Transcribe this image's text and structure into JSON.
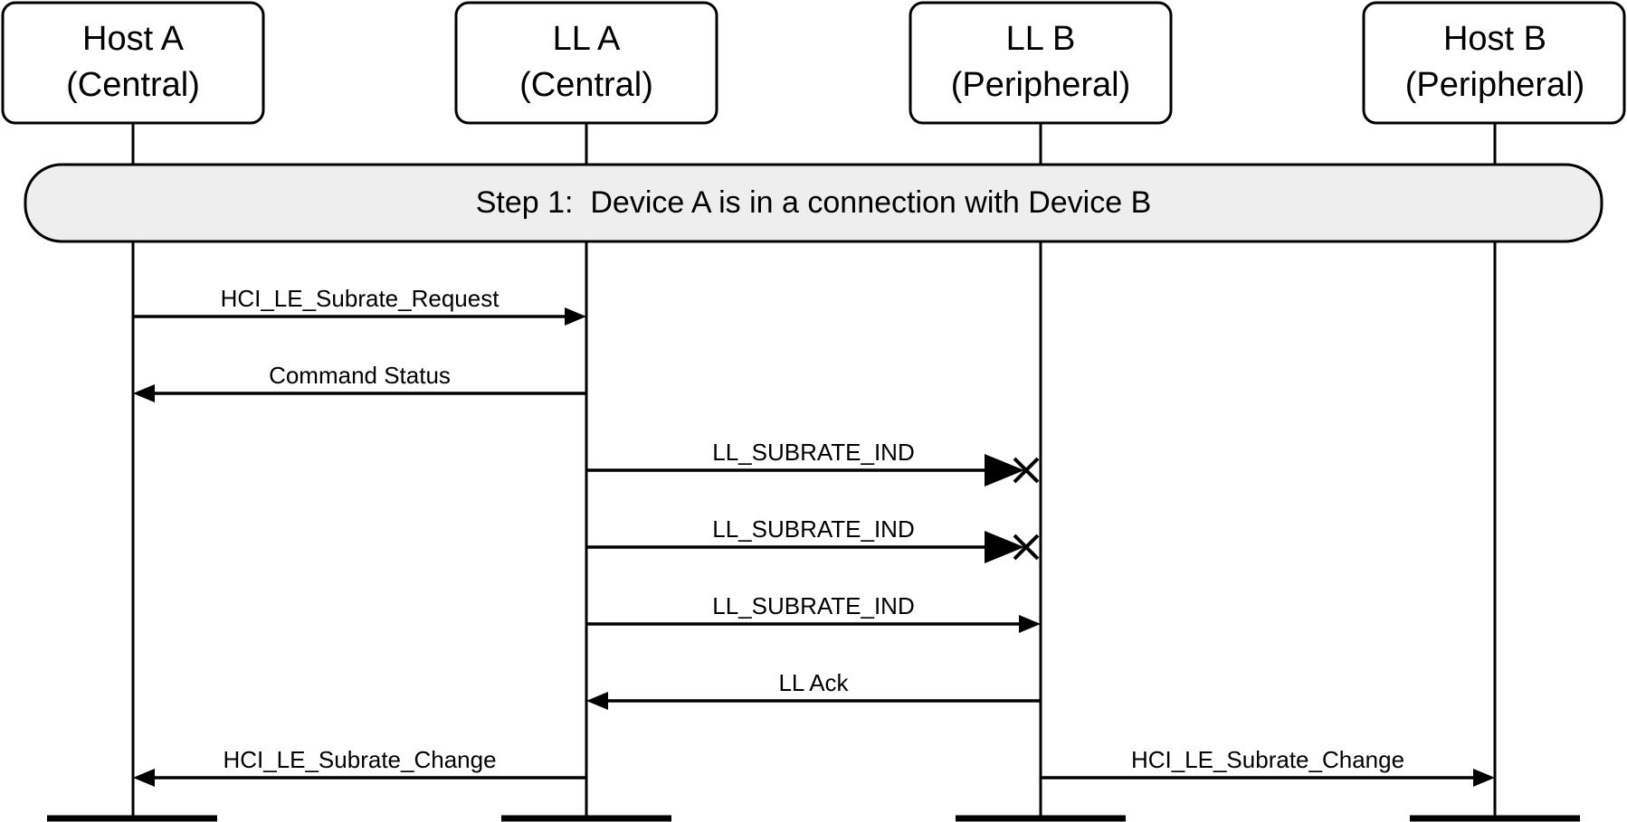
{
  "participants": [
    {
      "name": "Host A",
      "role": "(Central)"
    },
    {
      "name": "LL A",
      "role": "(Central)"
    },
    {
      "name": "LL B",
      "role": "(Peripheral)"
    },
    {
      "name": "Host B",
      "role": "(Peripheral)"
    }
  ],
  "step": {
    "label": "Step 1:  Device A is in a connection with Device B"
  },
  "messages": [
    {
      "label": "HCI_LE_Subrate_Request",
      "from": 0,
      "to": 1,
      "head": "normal",
      "lost": false
    },
    {
      "label": "Command Status",
      "from": 1,
      "to": 0,
      "head": "normal",
      "lost": false
    },
    {
      "label": "LL_SUBRATE_IND",
      "from": 1,
      "to": 2,
      "head": "large",
      "lost": true
    },
    {
      "label": "LL_SUBRATE_IND",
      "from": 1,
      "to": 2,
      "head": "large",
      "lost": true
    },
    {
      "label": "LL_SUBRATE_IND",
      "from": 1,
      "to": 2,
      "head": "normal",
      "lost": false
    },
    {
      "label": "LL Ack",
      "from": 2,
      "to": 1,
      "head": "normal",
      "lost": false
    },
    {
      "label": "HCI_LE_Subrate_Change",
      "from": 1,
      "to": 0,
      "head": "normal",
      "lost": false
    },
    {
      "label": "HCI_LE_Subrate_Change",
      "from": 2,
      "to": 3,
      "head": "normal",
      "lost": false
    }
  ]
}
